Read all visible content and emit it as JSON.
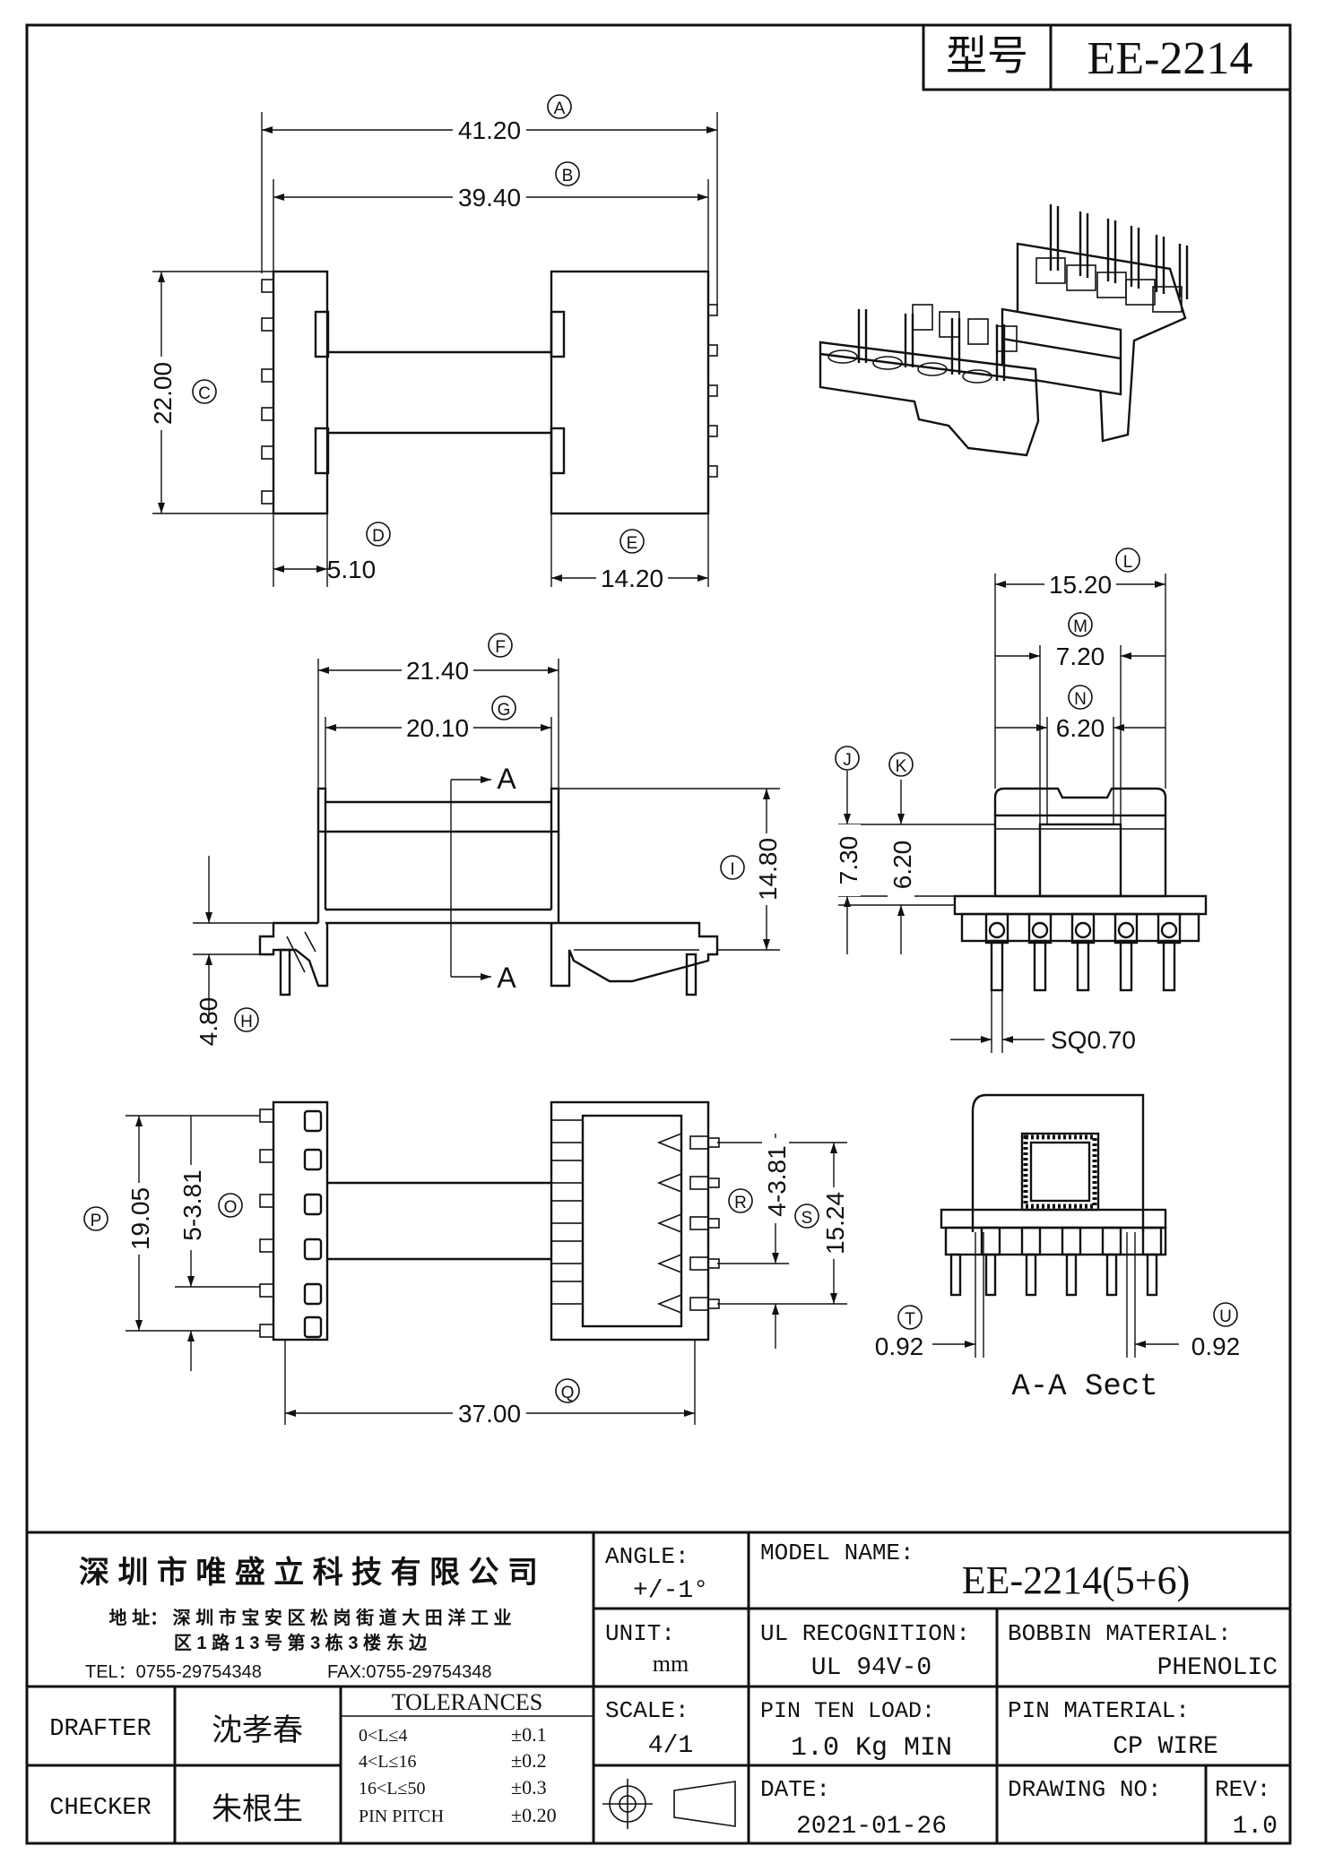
{
  "header": {
    "model_label": "型号",
    "model_value": "EE-2214"
  },
  "dimensions": {
    "A": {
      "letter": "A",
      "value": "41.20"
    },
    "B": {
      "letter": "B",
      "value": "39.40"
    },
    "C": {
      "letter": "C",
      "value": "22.00"
    },
    "D": {
      "letter": "D",
      "value": "5.10"
    },
    "E": {
      "letter": "E",
      "value": "14.20"
    },
    "F": {
      "letter": "F",
      "value": "21.40"
    },
    "G": {
      "letter": "G",
      "value": "20.10"
    },
    "H": {
      "letter": "H",
      "value": "4.80"
    },
    "I": {
      "letter": "I",
      "value": "14.80"
    },
    "J": {
      "letter": "J",
      "value": "7.30"
    },
    "K": {
      "letter": "K",
      "value": "6.20"
    },
    "L": {
      "letter": "L",
      "value": "15.20"
    },
    "M": {
      "letter": "M",
      "value": "7.20"
    },
    "N": {
      "letter": "N",
      "value": "6.20"
    },
    "O": {
      "letter": "O",
      "value": "5-3.81"
    },
    "P": {
      "letter": "P",
      "value": "19.05"
    },
    "Q": {
      "letter": "Q",
      "value": "37.00"
    },
    "R": {
      "letter": "R",
      "value": "4-3.81"
    },
    "S": {
      "letter": "S",
      "value": "15.24"
    },
    "T": {
      "letter": "T",
      "value": "0.92"
    },
    "U": {
      "letter": "U",
      "value": "0.92"
    }
  },
  "labels": {
    "section_mark": "A",
    "pin_size": "SQ0.70",
    "section_title": "A-A Sect"
  },
  "title_block": {
    "company": "深 圳 市 唯 盛 立 科 技 有 限 公 司",
    "address_line1": "地 址： 深 圳 市 宝 安 区 松 岗 街 道 大 田 洋 工 业",
    "address_line2": "区 1 路 1 3 号 第 3 栋 3 楼 东 边",
    "tel": "TEL：0755-29754348",
    "fax": "FAX:0755-29754348",
    "angle_label": "ANGLE:",
    "angle_value": "+/-1°",
    "model_name_label": "MODEL NAME:",
    "model_name_value": "EE-2214(5+6)",
    "unit_label": "UNIT:",
    "unit_value": "mm",
    "ul_label": "UL RECOGNITION:",
    "ul_value": "UL 94V-0",
    "bobbin_label": "BOBBIN MATERIAL:",
    "bobbin_value": "PHENOLIC",
    "drafter_label": "DRAFTER",
    "drafter_value": "沈孝春",
    "checker_label": "CHECKER",
    "checker_value": "朱根生",
    "tolerances_label": "TOLERANCES",
    "tolerances": [
      {
        "range": "0<L≤4",
        "value": "±0.1"
      },
      {
        "range": "4<L≤16",
        "value": "±0.2"
      },
      {
        "range": "16<L≤50",
        "value": "±0.3"
      },
      {
        "range": "PIN PITCH",
        "value": "±0.20"
      }
    ],
    "scale_label": "SCALE:",
    "scale_value": "4/1",
    "pin_load_label": "PIN TEN LOAD:",
    "pin_load_value": "1.0 Kg MIN",
    "pin_material_label": "PIN MATERIAL:",
    "pin_material_value": "CP WIRE",
    "date_label": "DATE:",
    "date_value": "2021-01-26",
    "drawing_no_label": "DRAWING NO:",
    "drawing_no_value": "",
    "rev_label": "REV:",
    "rev_value": "1.0"
  }
}
